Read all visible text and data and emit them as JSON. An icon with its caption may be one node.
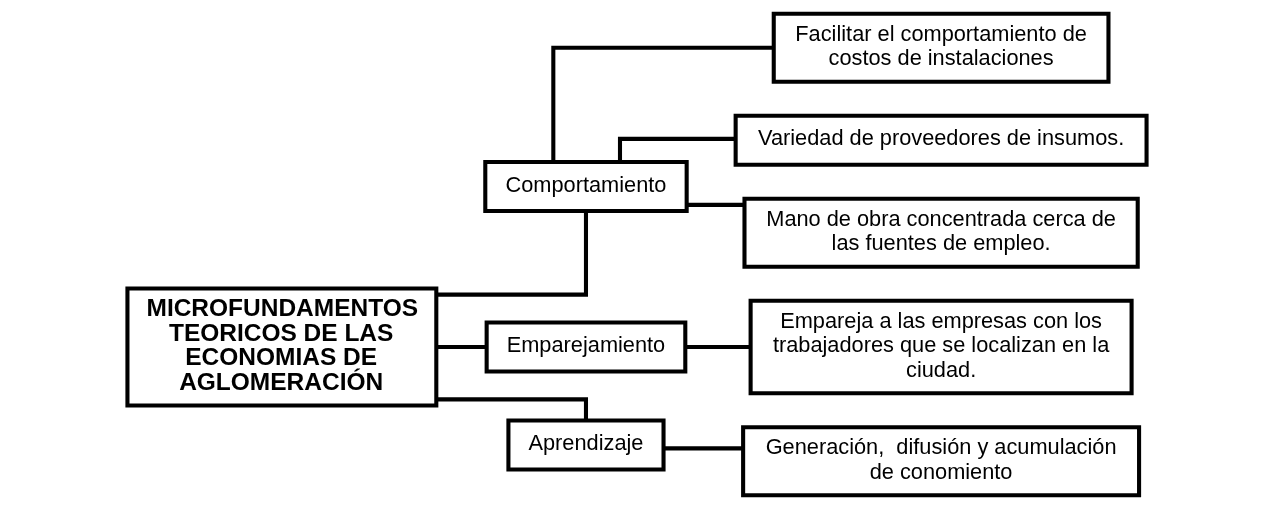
{
  "diagram": {
    "nodes": [
      {
        "text": [
          "MICROFUNDAMENTOS TEORICOS DE LAS ECONOMIAS DE AGLOMERACIÓN"
        ]
      },
      {
        "text": [
          "Comportamiento"
        ]
      },
      {
        "text": [
          "Facilitar el comportamiento de costos de instalaciones"
        ]
      },
      {
        "text": [
          "Variedad de proveedores de insumos."
        ]
      },
      {
        "text": [
          "Mano de obra concentrada cerca de las fuentes de empleo."
        ]
      },
      {
        "text": [
          "Emparejamiento"
        ]
      },
      {
        "text": [
          "Empareja a las empresas con los trabajadores que se localizan en la ciudad."
        ]
      },
      {
        "text": [
          "Aprendizaje"
        ]
      },
      {
        "text": [
          "Generación,  difusión y acumulación de conomiento"
        ]
      }
    ],
    "edges": [
      {
        "from": 0,
        "to": 1,
        "arrow": "none"
      },
      {
        "from": 0,
        "to": 5,
        "arrow": "none"
      },
      {
        "from": 0,
        "to": 7,
        "arrow": "none"
      },
      {
        "from": 1,
        "to": 2,
        "arrow": "none"
      },
      {
        "from": 1,
        "to": 3,
        "arrow": "none"
      },
      {
        "from": 1,
        "to": 4,
        "arrow": "none"
      },
      {
        "from": 5,
        "to": 6,
        "arrow": "none"
      },
      {
        "from": 7,
        "to": 8,
        "arrow": "none"
      }
    ]
  }
}
